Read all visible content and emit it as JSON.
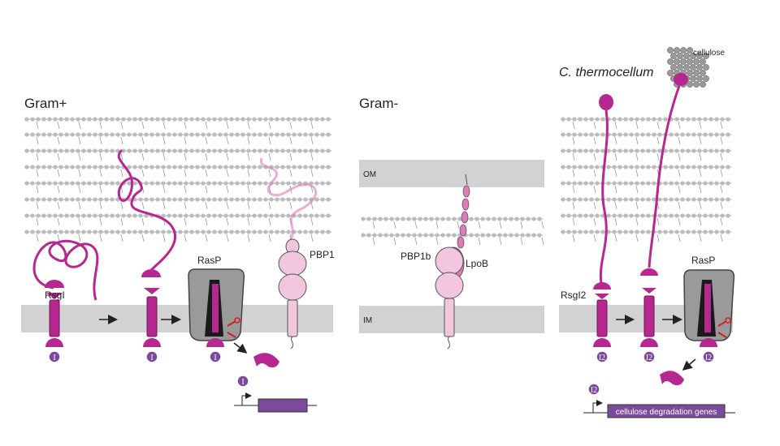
{
  "colors": {
    "magenta": "#b5288f",
    "magenta_dark": "#8e1f72",
    "pink_light": "#f2c6de",
    "pink_mid": "#e07ab8",
    "purple": "#7b4a9a",
    "membrane": "#d2d2d4",
    "peptidoglycan": "#a9a9a9",
    "rasp_gray": "#9a9a9a",
    "scissors_red": "#d11f1f"
  },
  "panels": {
    "gram_pos": {
      "title": "Gram+",
      "rsgi_label": "RsgI",
      "rasp_label": "RasP",
      "pbp1_label": "PBP1",
      "sigma_label": "I"
    },
    "gram_neg": {
      "title": "Gram-",
      "om_label": "OM",
      "im_label": "IM",
      "pbp1b_label": "PBP1b",
      "lpob_label": "LpoB"
    },
    "thermo": {
      "title": "C. thermocellum",
      "cellulose_label": "cellulose",
      "rsgi2_label": "RsgI2",
      "rasp_label": "RasP",
      "sigma_label": "I2",
      "gene_label": "cellulose degradation genes"
    }
  }
}
